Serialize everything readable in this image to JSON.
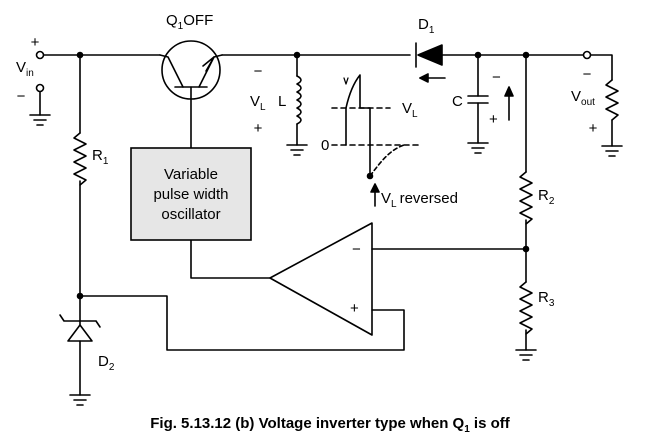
{
  "labels": {
    "transistor": "Q",
    "transistor_sub": "1",
    "transistor_state": "OFF",
    "diode1": "D",
    "diode1_sub": "1",
    "vin": "V",
    "vin_sub": "in",
    "inductor_volt": "V",
    "inductor_volt_sub": "L",
    "inductor": "L",
    "waveform_vl": "V",
    "waveform_vl_sub": "L",
    "waveform_zero": "0",
    "vl_reversed_v": "V",
    "vl_reversed_sub": "L",
    "vl_reversed_text": "reversed",
    "capacitor": "C",
    "vout": "V",
    "vout_sub": "out",
    "r1": "R",
    "r1_sub": "1",
    "r2": "R",
    "r2_sub": "2",
    "r3": "R",
    "r3_sub": "3",
    "d2": "D",
    "d2_sub": "2",
    "oscillator_line1": "Variable",
    "oscillator_line2": "pulse width",
    "oscillator_line3": "oscillator",
    "opamp_minus": "−",
    "opamp_plus": "+",
    "plus": "+",
    "minus": "−"
  },
  "caption": {
    "text": "Fig. 5.13.12 (b) Voltage inverter type when Q",
    "sub": "1",
    "tail": " is off"
  },
  "colors": {
    "line": "#000000",
    "oscillator_fill": "#e6e6e6"
  }
}
